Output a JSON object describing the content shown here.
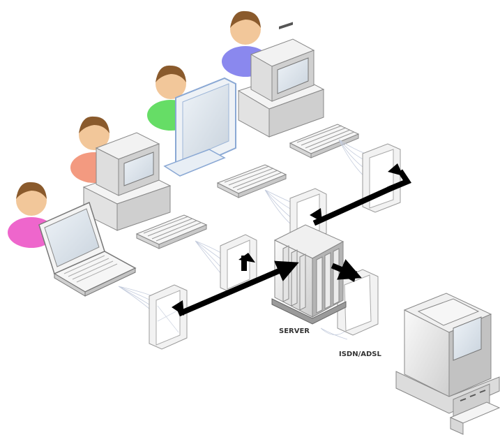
{
  "labels": {
    "server": "SERVER",
    "connection": "ISDN/ADSL"
  },
  "colors": {
    "user_pink": "#ee66cc",
    "user_salmon": "#f39a80",
    "user_green": "#66dd66",
    "user_purple": "#8a88ee",
    "skin": "#f2c79a",
    "hair": "#8a5a2c",
    "device_light": "#f1f1f1",
    "device_mid": "#d8d8d8",
    "device_dark": "#b9b9b9",
    "screen": "#dfe7ee",
    "monitor_frame": "#a9c4e6",
    "cable": "#000000",
    "wave_lines": "#bcc6d8"
  },
  "icons": [
    "user-avatar",
    "laptop",
    "desktop-tower",
    "lcd-monitor",
    "keyboard",
    "access-point",
    "server-rack",
    "remote-workstation",
    "arrow"
  ]
}
